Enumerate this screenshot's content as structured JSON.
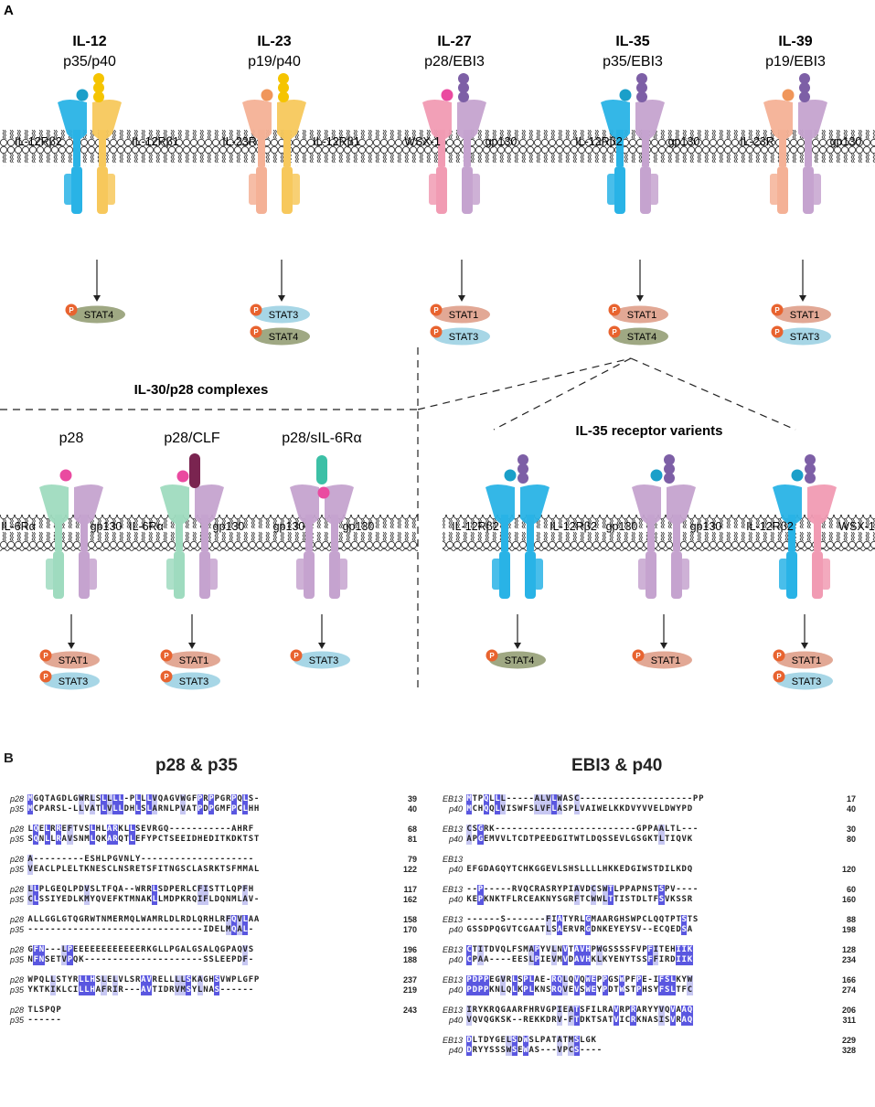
{
  "panel_a": {
    "letter": "A",
    "cytokines": [
      {
        "name": "IL-12",
        "sub": "p35/p40",
        "receptors": [
          "IL-12Rβ2",
          "IL-12Rβ1"
        ],
        "stats": [
          "STAT4"
        ]
      },
      {
        "name": "IL-23",
        "sub": "p19/p40",
        "receptors": [
          "IL-23R",
          "IL-12Rβ1"
        ],
        "stats": [
          "STAT3",
          "STAT4"
        ]
      },
      {
        "name": "IL-27",
        "sub": "p28/EBI3",
        "receptors": [
          "WSX-1",
          "gp130"
        ],
        "stats": [
          "STAT1",
          "STAT3"
        ]
      },
      {
        "name": "IL-35",
        "sub": "p35/EBI3",
        "receptors": [
          "IL-12Rβ2",
          "gp130"
        ],
        "stats": [
          "STAT1",
          "STAT4"
        ]
      },
      {
        "name": "IL-39",
        "sub": "p19/EBI3",
        "receptors": [
          "IL-23R",
          "gp130"
        ],
        "stats": [
          "STAT1",
          "STAT3"
        ]
      }
    ],
    "p28_section": {
      "title": "IL-30/p28 complexes",
      "complexes": [
        {
          "name": "p28",
          "receptors": [
            "IL-6Rα",
            "gp130"
          ],
          "stats": [
            "STAT1",
            "STAT3"
          ]
        },
        {
          "name": "p28/CLF",
          "receptors": [
            "IL-6Rα",
            "gp130"
          ],
          "stats": [
            "STAT1",
            "STAT3"
          ]
        },
        {
          "name": "p28/sIL-6Rα",
          "receptors": [
            "gp130",
            "gp130"
          ],
          "stats": [
            "STAT3"
          ]
        }
      ]
    },
    "il35_section": {
      "title": "IL-35 receptor varients",
      "complexes": [
        {
          "receptors": [
            "IL-12Rβ2",
            "IL-12Rβ2"
          ],
          "stats": [
            "STAT4"
          ]
        },
        {
          "receptors": [
            "gp130",
            "gp130"
          ],
          "stats": [
            "STAT1"
          ]
        },
        {
          "receptors": [
            "IL-12Rβ2",
            "WSX-1"
          ],
          "stats": [
            "STAT1",
            "STAT3"
          ]
        }
      ]
    },
    "phospho_label": "P",
    "colors": {
      "il12rb2": "#29b3e6",
      "il12rb1": "#f7c85c",
      "il23r": "#f4b196",
      "wsx1": "#f19bb3",
      "gp130": "#c5a3cf",
      "il6ra": "#9fdbbf",
      "p40": "#f5c400",
      "p35": "#1a9fc9",
      "p19": "#f0965a",
      "p28": "#ea4aa0",
      "ebi3": "#7d5fa6",
      "clf": "#7a2450",
      "sil6ra": "#3cc0a6",
      "phospho": "#e8632f",
      "stat4": "#9fa883",
      "stat3": "#a7d6e6",
      "stat1": "#e2a895"
    }
  },
  "panel_b": {
    "letter": "B",
    "left": {
      "title": "p28 & p35",
      "blocks": [
        {
          "rows": [
            {
              "name": "p28",
              "seq": "MGQTAGDLGWRLSLLLL-PLLLVQAGVWGFPRPPGRPQLS-",
              "num": "39"
            },
            {
              "name": "p35",
              "seq": "MCPARSL-LLVATLVLLDHLSLARNLPVATPDPGMFPCLHH",
              "num": "40"
            }
          ]
        },
        {
          "rows": [
            {
              "name": "p28",
              "seq": "LQELRREFTVSLHLARKLLSEVRGQ-----------AHRF",
              "num": "68"
            },
            {
              "name": "p35",
              "seq": "SQNLLRAVSNMLQKARQTLEFYPCTSEEIDHEDITKDKTST",
              "num": "81"
            }
          ]
        },
        {
          "rows": [
            {
              "name": "p28",
              "seq": "A---------ESHLPGVNLY--------------------",
              "num": "79"
            },
            {
              "name": "p35",
              "seq": "VEACLPLELTKNESCLNSRETSFITNGSCLASRKTSFMMAL",
              "num": "122"
            }
          ]
        },
        {
          "rows": [
            {
              "name": "p28",
              "seq": "LLPLGEQLPDVSLTFQA--WRRLSDPERLCFISTTLQPFH",
              "num": "117"
            },
            {
              "name": "p35",
              "seq": "CLSSIYEDLKMYQVEFKTMNAKLLMDPKRQIFLDQNMLAV-",
              "num": "162"
            }
          ]
        },
        {
          "rows": [
            {
              "name": "p28",
              "seq": "ALLGGLGTQGRWTNMERMQLWAMRLDLRDLQRHLRFQVLAA",
              "num": "158"
            },
            {
              "name": "p35",
              "seq": "-------------------------------IDELMQAL-",
              "num": "170"
            }
          ]
        },
        {
          "rows": [
            {
              "name": "p28",
              "seq": "GFN---LPEEEEEEEEEEEERKGLLPGALGSALQGPAQVS",
              "num": "196"
            },
            {
              "name": "p35",
              "seq": "NFNSETVPQK---------------------SSLEEPDF-",
              "num": "188"
            }
          ]
        },
        {
          "rows": [
            {
              "name": "p28",
              "seq": "WPQLLSTYRLLHSLELVLSRAVRELLLLSKAGHSVWPLGFP",
              "num": "237"
            },
            {
              "name": "p35",
              "seq": "YKTKIKLCILLHAFRIR---AVTIDRVMSYLNAS------",
              "num": "219"
            }
          ]
        },
        {
          "rows": [
            {
              "name": "p28",
              "seq": "TLSPQP",
              "num": "243"
            },
            {
              "name": "p35",
              "seq": "------",
              "num": ""
            }
          ]
        }
      ]
    },
    "right": {
      "title": "EBI3 & p40",
      "blocks": [
        {
          "rows": [
            {
              "name": "EB13",
              "seq": "MTPQLLL-----ALVLWASC--------------------PP",
              "num": "17"
            },
            {
              "name": "p40",
              "seq": "MCHQQLVISWFSLVFLASPLVAIWELKKDVYVVELDWYPD",
              "num": "40"
            }
          ]
        },
        {
          "rows": [
            {
              "name": "EB13",
              "seq": "CSGRK-------------------------GPPAALTL---",
              "num": "30"
            },
            {
              "name": "p40",
              "seq": "APGEMVVLTCDTPEEDGITWTLDQSSEVLGSGKTLTIQVK",
              "num": "80"
            }
          ]
        },
        {
          "rows": [
            {
              "name": "EB13",
              "seq": "",
              "num": ""
            },
            {
              "name": "p40",
              "seq": "EFGDAGQYTCHKGGEVLSHSLLLLHKKEDGIWSTDILKDQ",
              "num": "120"
            }
          ]
        },
        {
          "rows": [
            {
              "name": "EB13",
              "seq": "--P-----RVQCRASRYPIAVDCSWTLPPAPNSTSPV----",
              "num": "60"
            },
            {
              "name": "p40",
              "seq": "KEPKNKTFLRCEAKNYSGRFTCWWLTTISTDLTFSVKSSR",
              "num": "160"
            }
          ]
        },
        {
          "rows": [
            {
              "name": "EB13",
              "seq": "------S-------FIATYRLGMAARGHSWPCLQQTPTSTS",
              "num": "88"
            },
            {
              "name": "p40",
              "seq": "GSSDPQGVTCGAATLSAERVRGDNKEYEYSV--ECQEDSA",
              "num": "198"
            }
          ]
        },
        {
          "rows": [
            {
              "name": "EB13",
              "seq": "CTITDVQLFSMAPYVLNVTAVHPWGSSSSFVPFITEHIIK",
              "num": "128"
            },
            {
              "name": "p40",
              "seq": "CPAA----EESLPIEVMVDAVHKLKYENYTSSFFIRDIIK",
              "num": "234"
            }
          ]
        },
        {
          "rows": [
            {
              "name": "EB13",
              "seq": "PDPPEGVRLSPLAE-RQLQVQWEPPGSWPFPE-IFSLKYW",
              "num": "166"
            },
            {
              "name": "p40",
              "seq": "PDPPKNLQLKPLKNSRQVEVSWEYPDTWSTPHSYFSLTFC",
              "num": "274"
            }
          ]
        },
        {
          "rows": [
            {
              "name": "EB13",
              "seq": "IRYKRQGAARFHRVGPIEATSFILRAVRPRARYYVQVAAQ",
              "num": "206"
            },
            {
              "name": "p40",
              "seq": "VQVQGKSK--REKKDRV-FTDKTSATVICRKNASISVRAQ",
              "num": "311"
            }
          ]
        },
        {
          "rows": [
            {
              "name": "EB13",
              "seq": "DLTDYGELSDWSLPATATMSLGK",
              "num": "229"
            },
            {
              "name": "p40",
              "seq": "DRYYSSSWSEWAS---VPCS----",
              "num": "328"
            }
          ]
        }
      ]
    }
  }
}
